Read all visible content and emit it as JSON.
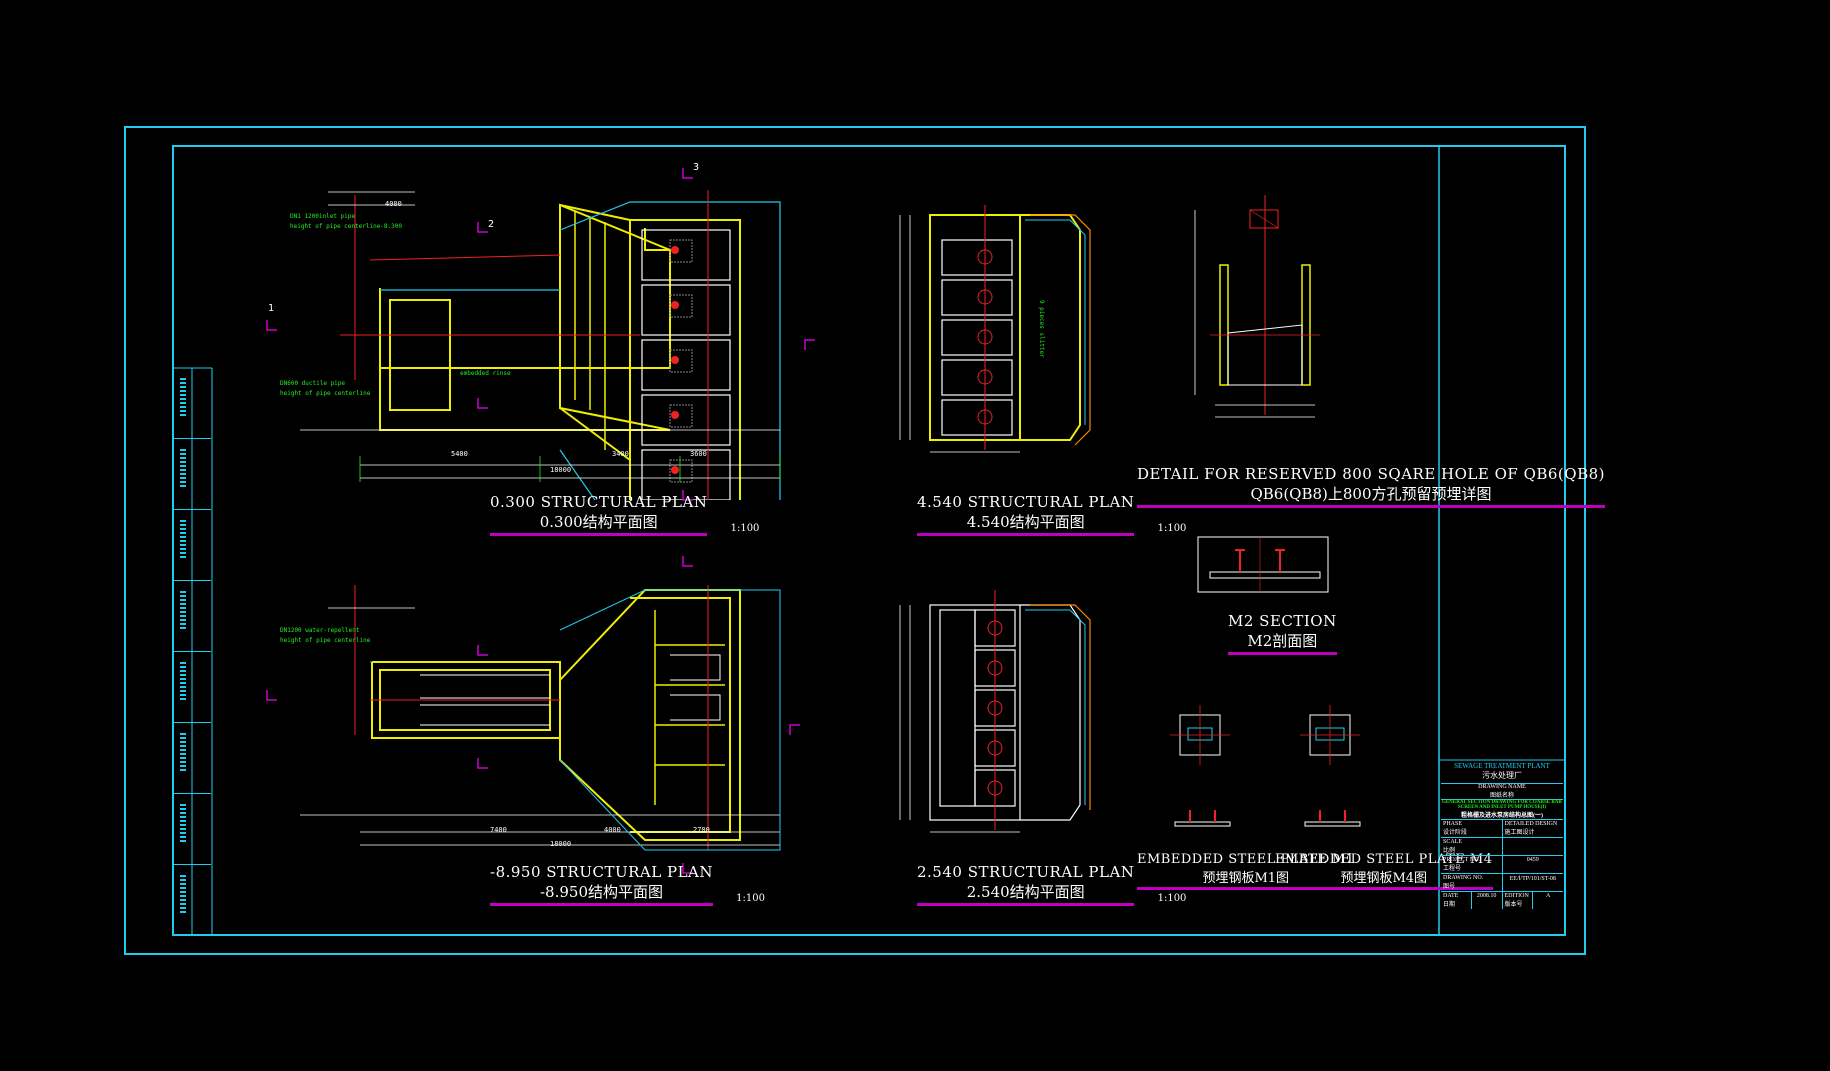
{
  "drawing": {
    "views": [
      {
        "id": "plan-0300",
        "title_en": "0.300 STRUCTURAL PLAN",
        "title_zh": "0.300结构平面图",
        "scale": "1:100"
      },
      {
        "id": "plan-4540",
        "title_en": "4.540 STRUCTURAL PLAN",
        "title_zh": "4.540结构平面图",
        "scale": "1:100"
      },
      {
        "id": "plan-8950",
        "title_en": "-8.950 STRUCTURAL PLAN",
        "title_zh": "-8.950结构平面图",
        "scale": "1:100"
      },
      {
        "id": "plan-2540",
        "title_en": "2.540 STRUCTURAL PLAN",
        "title_zh": "2.540结构平面图",
        "scale": "1:100"
      }
    ],
    "details": {
      "hole_detail_en": "DETAIL FOR RESERVED 800 SQARE HOLE OF QB6(QB8)",
      "hole_detail_zh": "QB6(QB8)上800方孔预留预埋详图",
      "m2_en": "M2 SECTION",
      "m2_zh": "M2剖面图",
      "m1_en": "EMBEDDED STEEL PLATE M1",
      "m1_zh": "预埋钢板M1图",
      "m4_en": "EMBEDDED STEEL PLATE M4",
      "m4_zh": "预埋钢板M4图"
    },
    "labels": {
      "dim_18000_top": "18000",
      "dim_18000_bot": "18000",
      "dim_5400": "5400",
      "dim_3400": "3400",
      "dim_3600": "3600",
      "dim_7400": "7400",
      "dim_4000": "4000",
      "dim_2700": "2700",
      "dim_4000_top": "4000",
      "sec_1": "1",
      "sec_2": "2",
      "sec_3": "3"
    },
    "title_block": {
      "project_en": "SEWAGE TREATMENT PLANT",
      "project_zh": "污水处理厂",
      "drawing_name_label": "DRAWING NAME",
      "drawing_name_zh": "图纸名称",
      "drawing_name_green_1": "GENERAL SECTION DRAWING FOR COARSE BAR",
      "drawing_name_green_2": "SCREEN AND INLET PUMP HOUSE(I)",
      "drawing_name_cn": "粗格栅及进水泵房结构总图(一)",
      "phase_label": "PHASE",
      "phase_label_zh": "设计阶段",
      "phase_value": "DETAILED DESIGN",
      "phase_value_zh": "施工图设计",
      "scale_label": "SCALE",
      "scale_label_zh": "比例",
      "project_no_label": "PROJECT NO.",
      "project_no_label_zh": "工程号",
      "project_no": "0459",
      "drawing_no_label": "DRAWING NO.",
      "drawing_no_label_zh": "图号",
      "drawing_no": "EE/Ⅰ/TP/101/ST-08",
      "date_label": "DATE",
      "date_label_zh": "日期",
      "date": "2008.10",
      "edition_label": "EDITION",
      "edition_label_zh": "版本号",
      "edition": "A"
    }
  }
}
